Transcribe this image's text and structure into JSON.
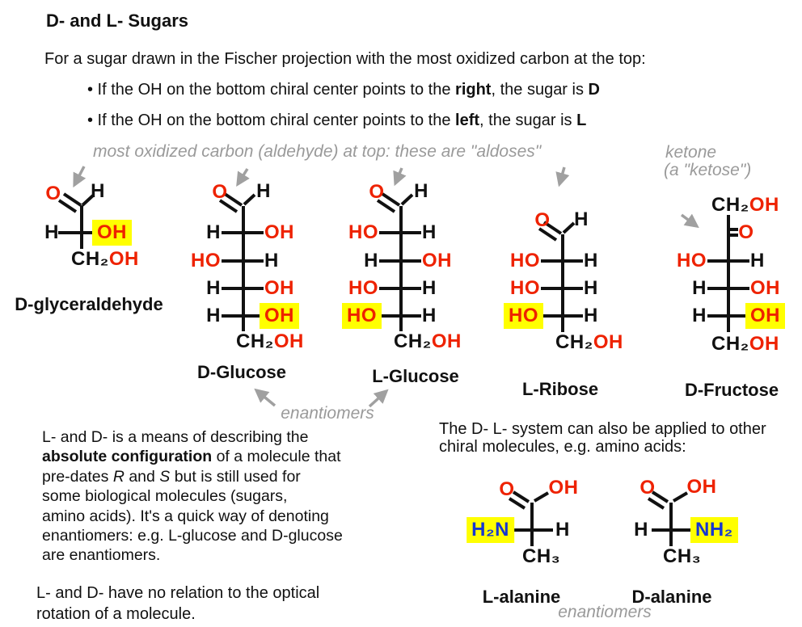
{
  "colors": {
    "red": "#ee2200",
    "blue": "#1636d1",
    "highlight_yellow": "#ffff00",
    "annotation_gray": "#9a9a9a",
    "bond_black": "#111111"
  },
  "header": {
    "title": "D- and L- Sugars",
    "intro": "For a sugar drawn in the Fischer projection with the most oxidized carbon at the top:",
    "bullets": [
      [
        {
          "t": "• If the OH on the bottom chiral center points to the "
        },
        {
          "t": "right",
          "b": true
        },
        {
          "t": ", the sugar is "
        },
        {
          "t": "D",
          "b": true
        }
      ],
      [
        {
          "t": "• If the OH on the bottom chiral center points to the "
        },
        {
          "t": "left",
          "b": true
        },
        {
          "t": ", the sugar is "
        },
        {
          "t": "L",
          "b": true
        }
      ]
    ]
  },
  "annotations": {
    "aldoses": "most oxidized carbon (aldehyde) at top: these are \"aldoses\"",
    "ketone_line1": "ketone",
    "ketone_line2": "(a \"ketose\")",
    "enantiomers_sugars": "enantiomers",
    "enantiomers_alanine": "enantiomers"
  },
  "molecules": {
    "glyceraldehyde": {
      "o": "O",
      "h_top": "H",
      "row": {
        "left": "H",
        "right": "OH",
        "highlight": "right"
      },
      "ch2": "CH₂",
      "oh": "OH",
      "label": "D-glyceraldehyde"
    },
    "d_glucose": {
      "o": "O",
      "h_top": "H",
      "rows": [
        {
          "left": "H",
          "right": "OH",
          "highlight": null
        },
        {
          "left": "HO",
          "right": "H",
          "highlight": null
        },
        {
          "left": "H",
          "right": "OH",
          "highlight": null
        },
        {
          "left": "H",
          "right": "OH",
          "highlight": "right"
        }
      ],
      "ch2": "CH₂",
      "oh": "OH",
      "label": "D-Glucose"
    },
    "l_glucose": {
      "o": "O",
      "h_top": "H",
      "rows": [
        {
          "left": "HO",
          "right": "H",
          "highlight": null
        },
        {
          "left": "H",
          "right": "OH",
          "highlight": null
        },
        {
          "left": "HO",
          "right": "H",
          "highlight": null
        },
        {
          "left": "HO",
          "right": "H",
          "highlight": "left"
        }
      ],
      "ch2": "CH₂",
      "oh": "OH",
      "label": "L-Glucose"
    },
    "l_ribose": {
      "o": "O",
      "h_top": "H",
      "rows": [
        {
          "left": "HO",
          "right": "H",
          "highlight": null
        },
        {
          "left": "HO",
          "right": "H",
          "highlight": null
        },
        {
          "left": "HO",
          "right": "H",
          "highlight": "left"
        }
      ],
      "ch2": "CH₂",
      "oh": "OH",
      "label": "L-Ribose"
    },
    "d_fructose": {
      "ch2_top": "CH₂",
      "oh_top": "OH",
      "o": "O",
      "rows": [
        {
          "left": "HO",
          "right": "H",
          "highlight": null
        },
        {
          "left": "H",
          "right": "OH",
          "highlight": null
        },
        {
          "left": "H",
          "right": "OH",
          "highlight": "right"
        }
      ],
      "ch2": "CH₂",
      "oh": "OH",
      "label": "D-Fructose"
    },
    "l_alanine": {
      "o": "O",
      "oh": "OH",
      "amine": "H₂N",
      "h": "H",
      "ch3": "CH₃",
      "label": "L-alanine"
    },
    "d_alanine": {
      "o": "O",
      "oh": "OH",
      "amine": "NH₂",
      "h": "H",
      "ch3": "CH₃",
      "label": "D-alanine"
    }
  },
  "paragraphs": {
    "left": [
      [
        {
          "t": "L- and D- is a means of describing the"
        }
      ],
      [
        {
          "t": "absolute configuration",
          "b": true
        },
        {
          "t": " of a molecule that"
        }
      ],
      [
        {
          "t": "pre-dates "
        },
        {
          "t": "R",
          "i": true
        },
        {
          "t": " and "
        },
        {
          "t": "S",
          "i": true
        },
        {
          "t": " but is still used for"
        }
      ],
      [
        {
          "t": "some biological molecules (sugars,"
        }
      ],
      [
        {
          "t": "amino acids). It's a quick way of denoting"
        }
      ],
      [
        {
          "t": "enantiomers: e.g. L-glucose and D-glucose"
        }
      ],
      [
        {
          "t": "are enantiomers."
        }
      ]
    ],
    "left2": [
      [
        {
          "t": "L- and D- have no relation to the optical"
        }
      ],
      [
        {
          "t": "rotation of a molecule."
        }
      ]
    ],
    "right": [
      [
        {
          "t": "The D- L- system can also be applied to other"
        }
      ],
      [
        {
          "t": "chiral molecules, e.g. amino acids:"
        }
      ]
    ]
  }
}
